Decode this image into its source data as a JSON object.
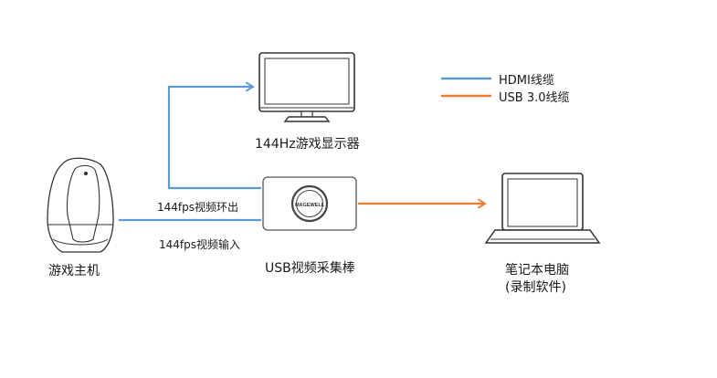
{
  "legend": {
    "hdmi": {
      "label": "HDMI线缆",
      "color": "#5b9bd5"
    },
    "usb": {
      "label": "USB 3.0线缆",
      "color": "#ed7d31"
    }
  },
  "nodes": {
    "console": {
      "label": "游戏主机"
    },
    "monitor": {
      "label": "144Hz游戏显示器"
    },
    "capture": {
      "label": "USB视频采集棒",
      "logo_text": "MAGEWELL"
    },
    "laptop": {
      "label_line1": "笔记本电脑",
      "label_line2": "(录制软件)"
    }
  },
  "edges": {
    "loop_out": {
      "label": "144fps视频环出",
      "cable": "hdmi"
    },
    "input": {
      "label": "144fps视频输入",
      "cable": "hdmi"
    },
    "usb_out": {
      "cable": "usb"
    }
  }
}
